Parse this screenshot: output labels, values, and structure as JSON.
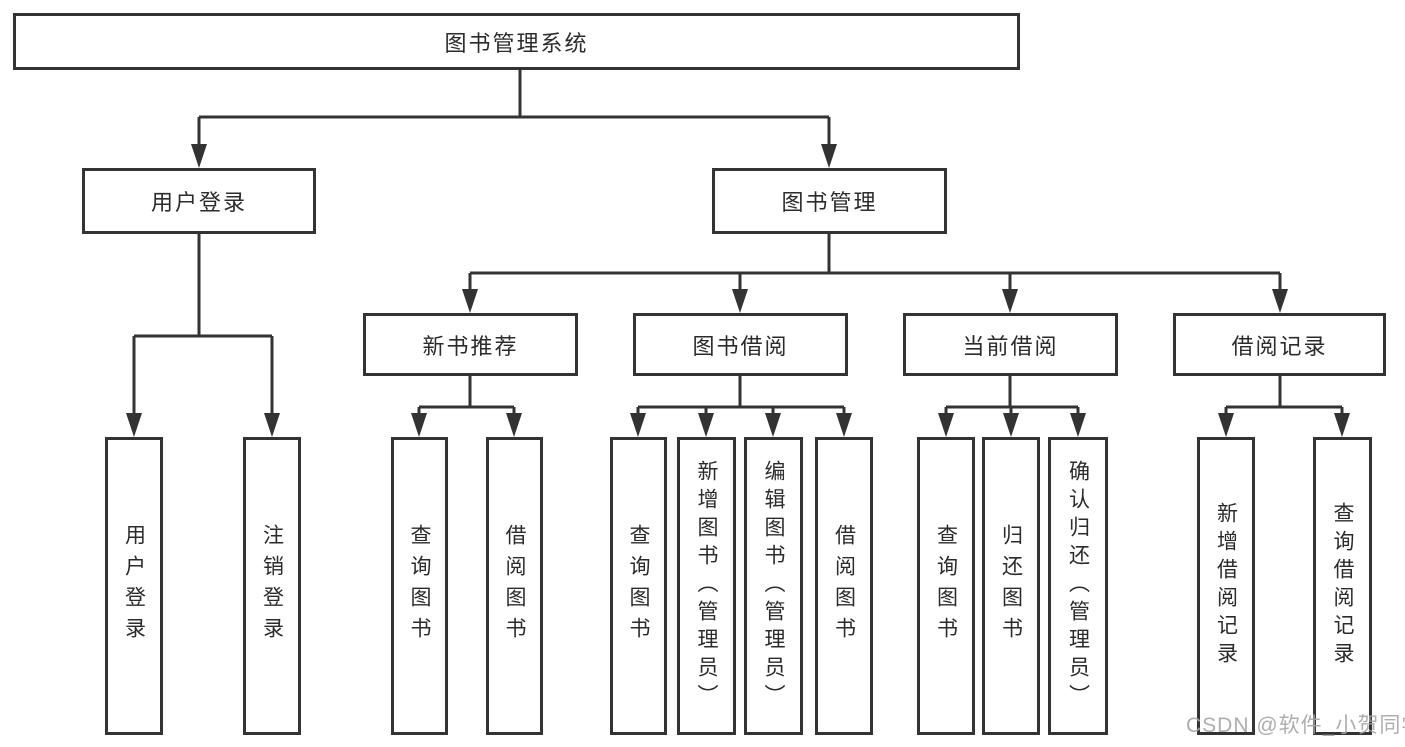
{
  "diagram_type": "hierarchy-tree",
  "tree": {
    "label": "图书管理系统",
    "children": [
      {
        "label": "用户登录",
        "children": [
          {
            "label": "用户登录"
          },
          {
            "label": "注销登录"
          }
        ]
      },
      {
        "label": "图书管理",
        "children": [
          {
            "label": "新书推荐",
            "children": [
              {
                "label": "查询图书"
              },
              {
                "label": "借阅图书"
              }
            ]
          },
          {
            "label": "图书借阅",
            "children": [
              {
                "label": "查询图书"
              },
              {
                "label": "新增图书（管理员）"
              },
              {
                "label": "编辑图书（管理员）"
              },
              {
                "label": "借阅图书"
              }
            ]
          },
          {
            "label": "当前借阅",
            "children": [
              {
                "label": "查询图书"
              },
              {
                "label": "归还图书"
              },
              {
                "label": "确认归还（管理员）"
              }
            ]
          },
          {
            "label": "借阅记录",
            "children": [
              {
                "label": "新增借阅记录"
              },
              {
                "label": "查询借阅记录"
              }
            ]
          }
        ]
      }
    ]
  },
  "watermark": "CSDN @软件_小贺同学",
  "colors": {
    "line": "#333333",
    "box_border": "#333333",
    "text": "#2b2b2b",
    "background": "#ffffff",
    "watermark_text": "#a6a6a6"
  }
}
